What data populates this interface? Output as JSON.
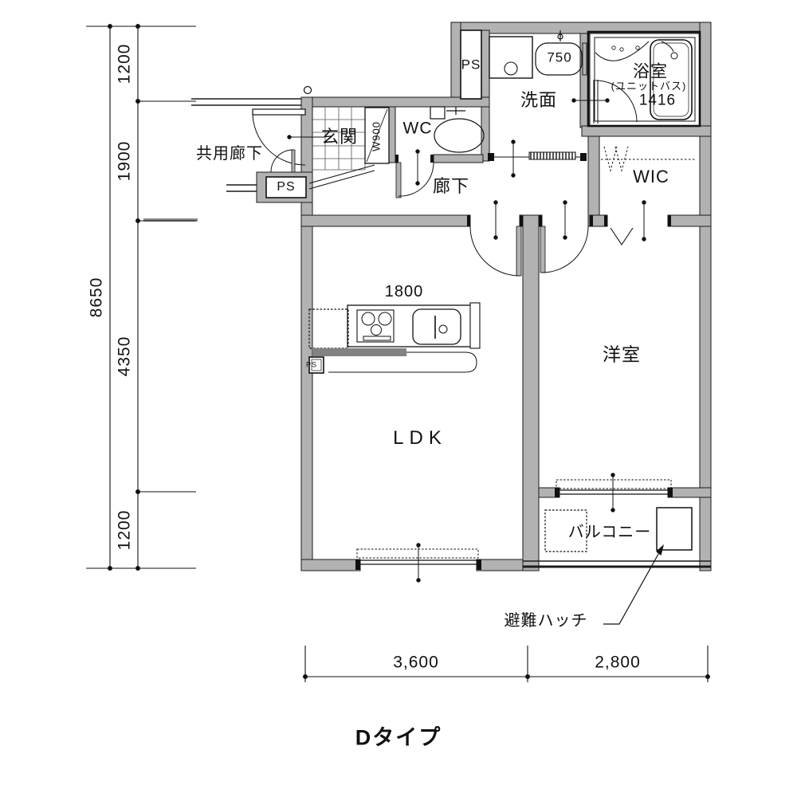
{
  "title": "Dタイプ",
  "rooms": {
    "entrance": "玄関",
    "wc": "WC",
    "washroom": "洗面",
    "bathroom": "浴室",
    "bathroom_sub": "(ユニットバス)",
    "bathroom_size": "1416",
    "wic": "WIC",
    "hallway": "廊下",
    "ldk": "LDK",
    "western_room": "洋室",
    "balcony": "バルコニー",
    "common_corridor": "共用廊下",
    "ps_top": "PS",
    "ps_corridor": "PS",
    "ps_kitchen": "PS"
  },
  "annotations": {
    "evacuation_hatch": "避難ハッチ",
    "kitchen_width": "1800",
    "washbasin_width": "750",
    "shoe_cabinet": "W900"
  },
  "dimensions": {
    "left_total": "8650",
    "left_segments": [
      "1200",
      "1900",
      "4350",
      "1200"
    ],
    "bottom_left": "3,600",
    "bottom_right": "2,800"
  },
  "colors": {
    "wall_fill": "#b2b2b2",
    "line": "#1a1a1a",
    "background": "#ffffff"
  }
}
